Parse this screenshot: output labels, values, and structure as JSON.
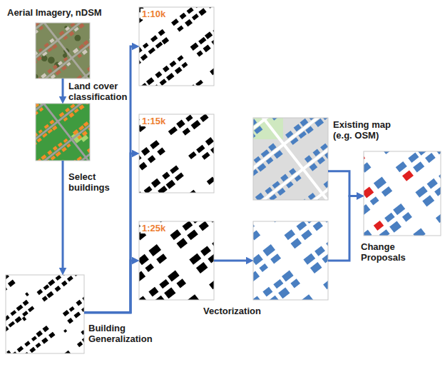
{
  "diagram": {
    "nodes": [
      {
        "text": [
          "Aerial Imagery, nDSM"
        ]
      },
      {
        "text": []
      },
      {
        "text": []
      },
      {
        "text": [
          "1:10k"
        ]
      },
      {
        "text": [
          "1:15k"
        ]
      },
      {
        "text": [
          "1:25k"
        ]
      },
      {
        "text": []
      },
      {
        "text": [
          "Existing map (e.g. OSM)"
        ]
      },
      {
        "text": [
          "Change Proposals"
        ]
      }
    ],
    "edges": [
      {
        "from": 0,
        "to": 1,
        "label": "Land cover classification",
        "arrow": "to"
      },
      {
        "from": 1,
        "to": 2,
        "label": "Select buildings",
        "arrow": "to"
      },
      {
        "from": 2,
        "to": 3,
        "arrow": "to"
      },
      {
        "from": 2,
        "to": 4,
        "arrow": "to"
      },
      {
        "from": 2,
        "to": 5,
        "label": "Building Generalization",
        "arrow": "to"
      },
      {
        "from": 5,
        "to": 6,
        "label": "Vectorization",
        "arrow": "to"
      },
      {
        "from": 6,
        "to": 8,
        "arrow": "to"
      },
      {
        "from": 7,
        "to": 8,
        "arrow": "to"
      }
    ]
  }
}
